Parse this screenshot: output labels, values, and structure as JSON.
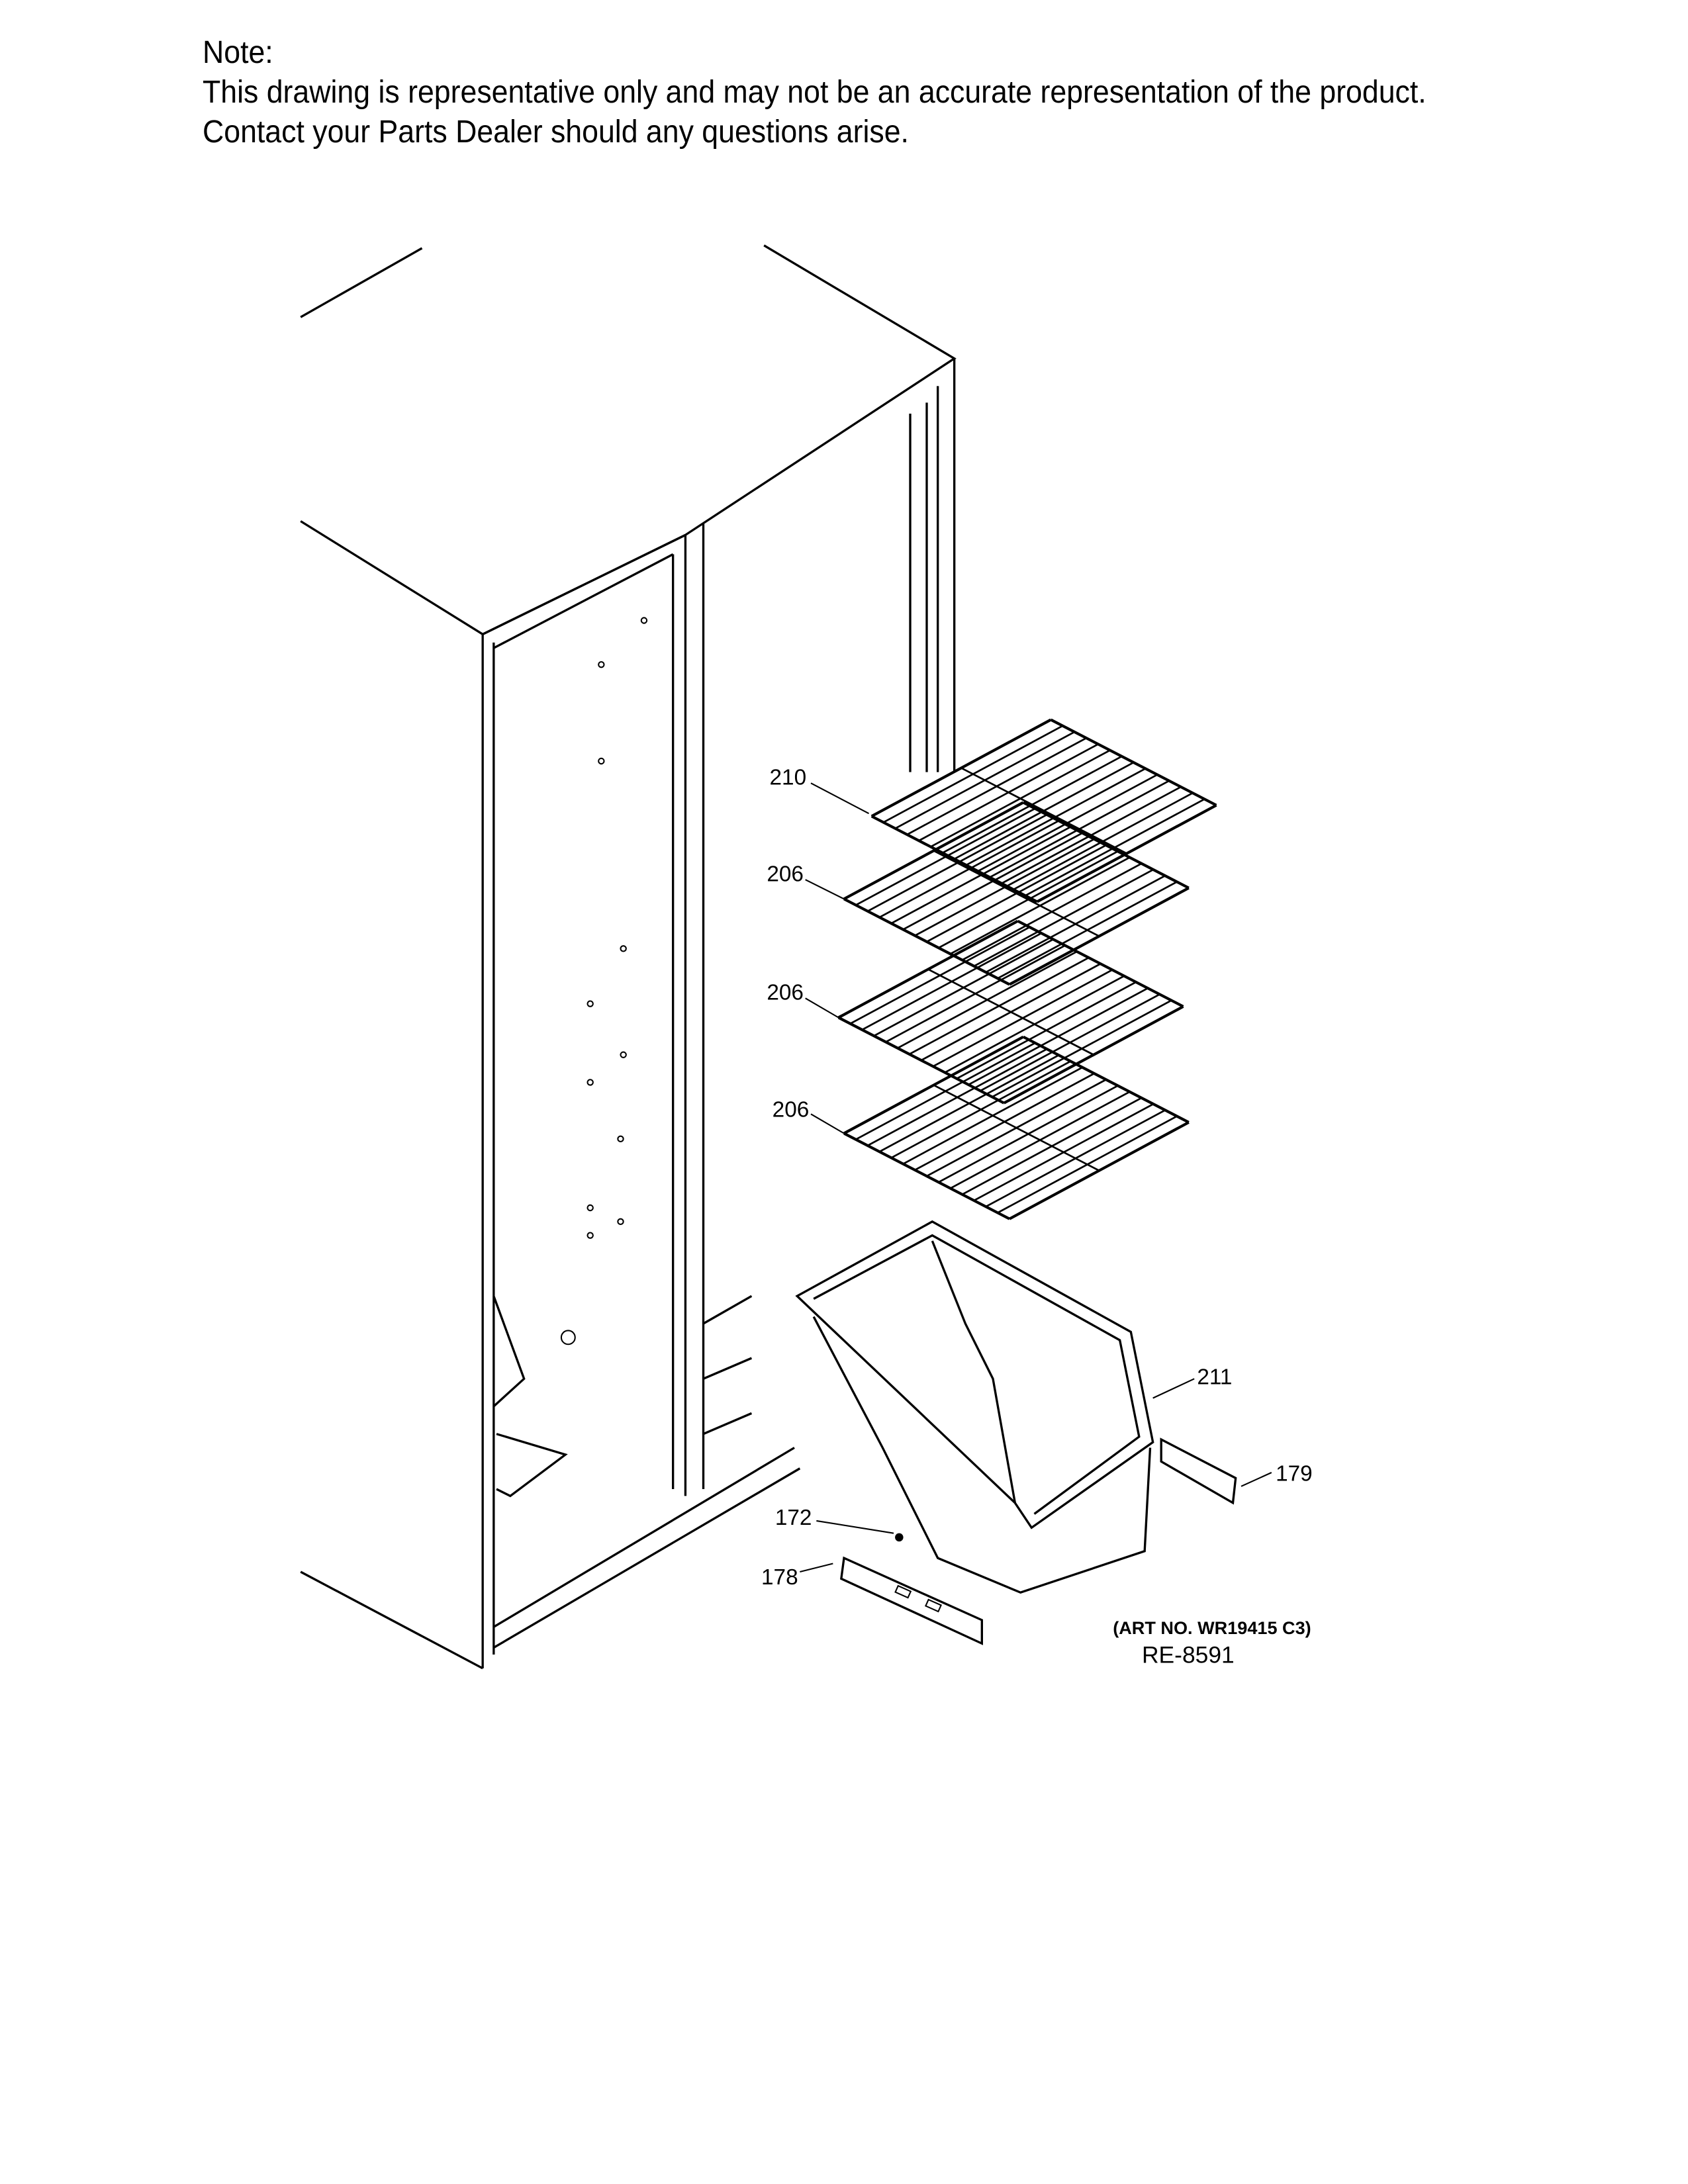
{
  "note": {
    "heading": "Note:",
    "line1": "This drawing is representative only and may not be an accurate representation of the product.",
    "line2": "Contact your Parts Dealer should any questions arise."
  },
  "callouts": {
    "shelf_top": "210",
    "shelf_2": "206",
    "shelf_3": "206",
    "shelf_4": "206",
    "bin": "211",
    "rail_right": "179",
    "screw": "172",
    "rail_left": "178"
  },
  "art_number": "(ART NO. WR19415 C3)",
  "reference": "RE-8591"
}
